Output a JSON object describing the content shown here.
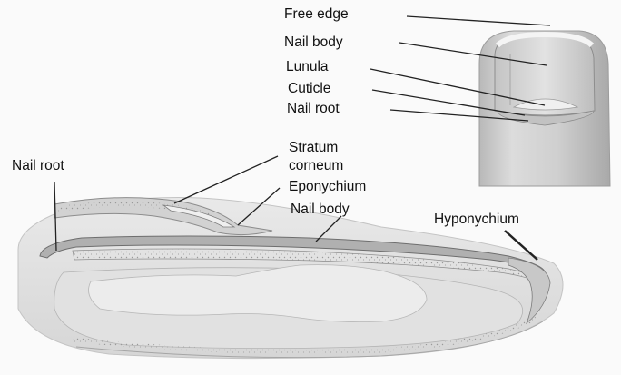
{
  "labels": {
    "free_edge": "Free edge",
    "nail_body_top": "Nail body",
    "lunula": "Lunula",
    "cuticle": "Cuticle",
    "nail_root_top": "Nail root",
    "nail_root_left": "Nail root",
    "stratum_line1": "Stratum",
    "stratum_line2": "corneum",
    "eponychium": "Eponychium",
    "nail_body_bottom": "Nail body",
    "hyponychium": "Hyponychium"
  },
  "colors": {
    "background": "#fafafa",
    "skin_light": "#e4e4e4",
    "skin_mid": "#c9c9c9",
    "skin_dark": "#8a8a8a",
    "nail_plate": "#b5b5b5",
    "leader_line": "#222222"
  }
}
